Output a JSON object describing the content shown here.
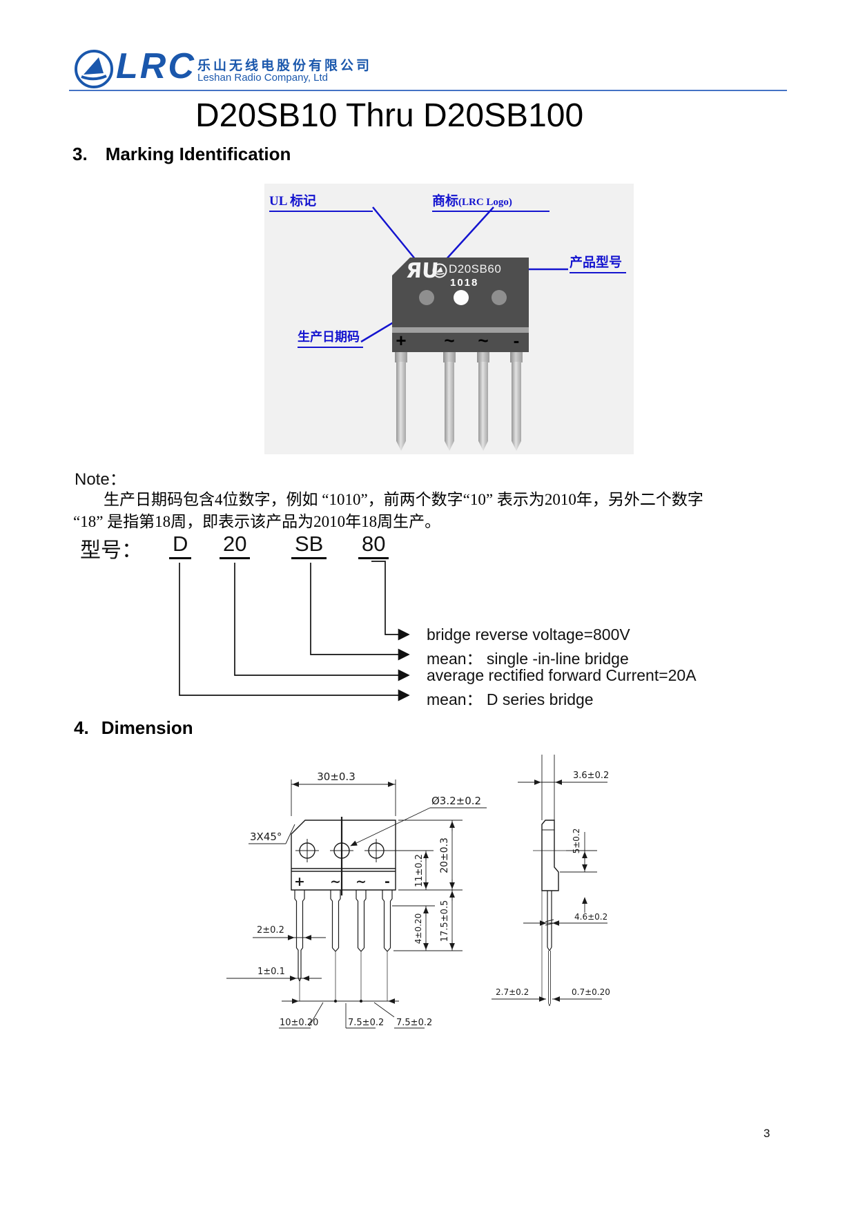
{
  "header": {
    "logo_text": "LRC",
    "company_cn": "乐山无线电股份有限公司",
    "company_en": "Leshan Radio Company, Ltd"
  },
  "title": "D20SB10 Thru D20SB100",
  "sections": {
    "marking": {
      "number": "3.",
      "title": "Marking Identification"
    },
    "dimension": {
      "number": "4.",
      "title": "Dimension"
    }
  },
  "marking_figure": {
    "callouts": {
      "ul": "UL 标记",
      "trademark": "商标",
      "trademark_sub": "(LRC Logo)",
      "product_type": "产品型号",
      "date_code": "生产日期码"
    },
    "package": {
      "ul_mark": "ЯU",
      "part_number": "D20SB60",
      "date_code": "1018",
      "terminals": [
        "+",
        "~",
        "~",
        "-"
      ]
    }
  },
  "note": {
    "label": "Note：",
    "line1": "生产日期码包含4位数字，例如 “1010”，前两个数字“10” 表示为2010年，另外二个数字",
    "line2": "“18” 是指第18周，即表示该产品为2010年18周生产。"
  },
  "model": {
    "label": "型号：",
    "parts": [
      "D",
      "20",
      "SB",
      "80"
    ],
    "meanings": [
      "bridge reverse voltage=800V",
      "mean： single -in-line bridge",
      "average rectified forward Current=20A",
      "mean： D series bridge"
    ]
  },
  "dims": {
    "front": {
      "width": "30±0.3",
      "hole_dia": "Ø3.2±0.2",
      "chamfer": "3X45°",
      "hole_offset": "11±0.2",
      "body_height": "20±0.3",
      "lead_length": "17.5±0.5",
      "lead_tip_len": "4±0.20",
      "lead_width": "2±0.2",
      "lead_tip_width": "1±0.1",
      "pitch1": "10±0.20",
      "pitch2": "7.5±0.2",
      "pitch3": "7.5±0.2"
    },
    "side": {
      "thickness": "3.6±0.2",
      "step": "5±0.2",
      "offset": "4.6±0.2",
      "bottom_left": "2.7±0.2",
      "lead_thk": "0.7±0.20"
    }
  },
  "page_number": "3"
}
